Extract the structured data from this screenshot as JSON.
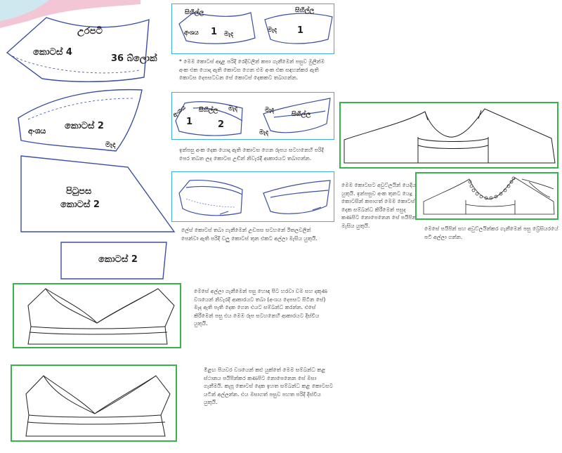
{
  "colors": {
    "pattern_stroke": "#3b4fa3",
    "box_blue": "#3aaee6",
    "box_green": "#36b34a",
    "corner_pink": "#f3c6d6",
    "corner_teal": "#cfe7ee"
  },
  "pieces": {
    "front_top_title": "උරපටි",
    "front_top_piece": "කොටස් 4",
    "front_top_size": "36 බ්ලොක්",
    "cup_side": "අංශය",
    "cup_piece": "කොටස් 2",
    "cup_centre": "මැද",
    "back_title": "පිටුපස",
    "back_piece": "කොටස් 2",
    "strip_piece": "කොටස් 2"
  },
  "step1": {
    "label_top_left": "සිහිල්ල",
    "label_side": "අංශය",
    "label_num_a": "1",
    "label_centre_a": "මැද",
    "label_top_right": "සිහිල්ල",
    "label_centre_b": "මැද",
    "label_num_b": "1",
    "note": "* මෙම කොටස් අදාළ පරිදි රෙදිවලින් කපා ගැනීමෙන් පසුව මුලින්ම අංක එක යොදා ඇති කොටස ගෙන එම අංක එක සඳහන්කර ඇති කොටස දෙපසටවන සේ කොටස් දෙකකට තබාගන්න."
  },
  "step2": {
    "label_side": "අංශය",
    "label_top": "සිහිල්ල",
    "label_centre_top": "මැද",
    "label_num_1": "1",
    "label_num_2": "2",
    "label_centre_r": "මැද",
    "label_top_r": "සිහිල්ල",
    "label_centre_r2": "මැද",
    "note": "ඉන්පසු අංක දෙක යොදා ඇති කොටස ගෙන රූපය සටහනෙහි පරිදි පෙර තබන ලද කොටස උඩින් නිවැරදි ආකාරයට තබාගන්න."
  },
  "step3": {
    "note": "ලේස් කොටස් තබා ගැනීමෙන් උඩපස සටහනේ ඊතලවලින් පෙන්වා ඇති පරිදි වලු කොටස් තුන එකට අල්ලා මැසිය යුතුයි."
  },
  "step4": {
    "note": "මෙසේ අල්ලා ගැනීමෙන් පසු හොඳ පිට හරවා වම සහ දකුණ වශයෙන් නිවැරදි ආකාරයට තබා (අංශය දෙපසට සිටින සේ) මැද ඇති පැති දෙක ගෙන එයට සම්බන්ධ කරන්න. එසේ කිරීමෙන් පසු එය මෙම රූප සටහනෙහි ආකාරයට දිස්විය යුතුයි."
  },
  "step5": {
    "note": "මීළඟ පියවර වශයෙන් කළු යුක්තේ මෙම සම්බන්ධ කළ ස්ථානය පයිපින්කර කණපිට නොපෙනෙන සේ මසා ගැනීමයි. කැපූ කොටස් දෙක ඉහත සම්බන්ධ කළ කොටසට යටින් අල්ලන්න. එය මසාගත් පසුව පහත පරිදි දිස්විය යුතුයි."
  },
  "step6": {
    "note": "මෙම කොටසට අවුට්ලයින් යෙදිය යුතුයි. ඉන්පසුව අංක තුනට යෙදූ කොටසින් කපාගත් මෙම කොටස් දෙක සම්බන්ධ කිරීමෙන් පසුද කණපිට නොපෙනෙන සේ පයිපින් මැසිය යුතුයි."
  },
  "step7": {
    "note": "මෙසේ පයිපින් සහ අවුට්ලයින්කර ගැනීමෙන් පසු බ්‍රේසියරයේ පටි අල්ලා ගන්න."
  }
}
